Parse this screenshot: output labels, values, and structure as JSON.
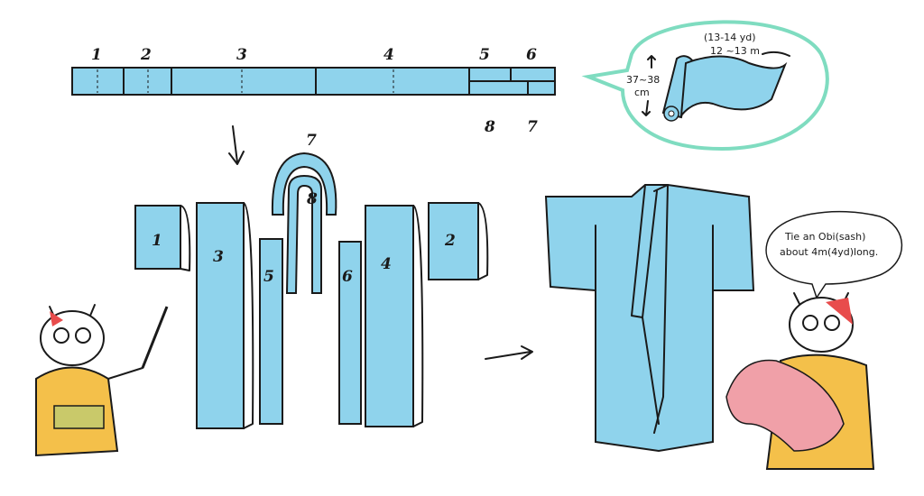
{
  "strip": {
    "labels_top": [
      "1",
      "2",
      "3",
      "4",
      "5",
      "6"
    ],
    "labels_bottom": [
      "8",
      "7"
    ]
  },
  "bolt_bubble": {
    "length_yd": "(13-14 yd)",
    "length_m": "12 ~13 m",
    "width_cm": "37~38",
    "width_unit": "cm"
  },
  "pieces": {
    "collar": "7",
    "collar_inner": "8",
    "sleeve_left": "1",
    "sleeve_right": "2",
    "body_left": "3",
    "body_right": "4",
    "okumi_left": "5",
    "okumi_right": "6"
  },
  "obi_bubble": {
    "line1": "Tie an Obi(sash)",
    "line2": "about 4m(4yd)long."
  },
  "colors": {
    "fabric": "#8fd3ec",
    "bubble": "#7fdcc0",
    "kimono_pattern": "#f4c04a",
    "obi_cloth": "#f0a0a8"
  }
}
